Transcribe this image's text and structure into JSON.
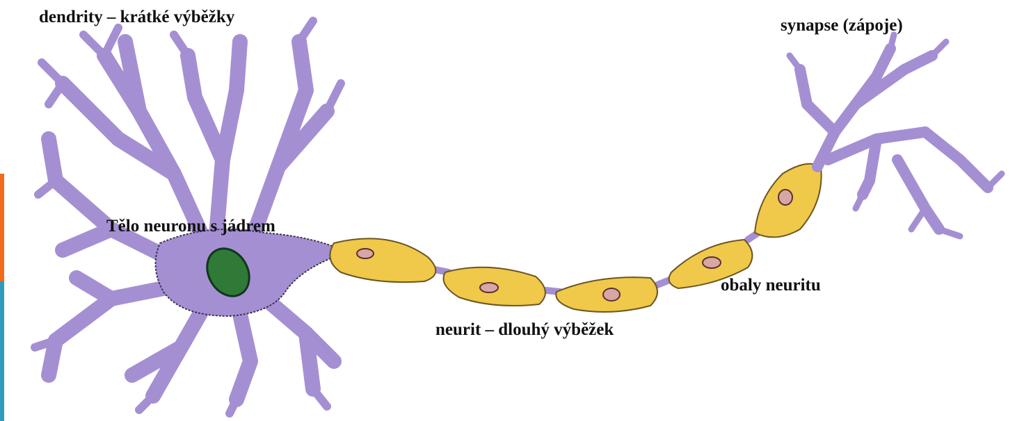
{
  "labels": {
    "dendrites": "dendrity – krátké výběžky",
    "synapses": "synapse (zápoje)",
    "cell_body": "Tělo neuronu s jádrem",
    "myelin_sheaths": "obaly neuritu",
    "neurite": "neurit – dlouhý výběžek"
  },
  "colors": {
    "neuron": "#a58fd3",
    "outline": "#3a3350",
    "nucleus": "#2f7a36",
    "sheath": "#f0c84a",
    "sheath_nucleus": "#d9a6a6",
    "accent_orange": "#f26a1b",
    "accent_blue": "#2f9bbf"
  }
}
